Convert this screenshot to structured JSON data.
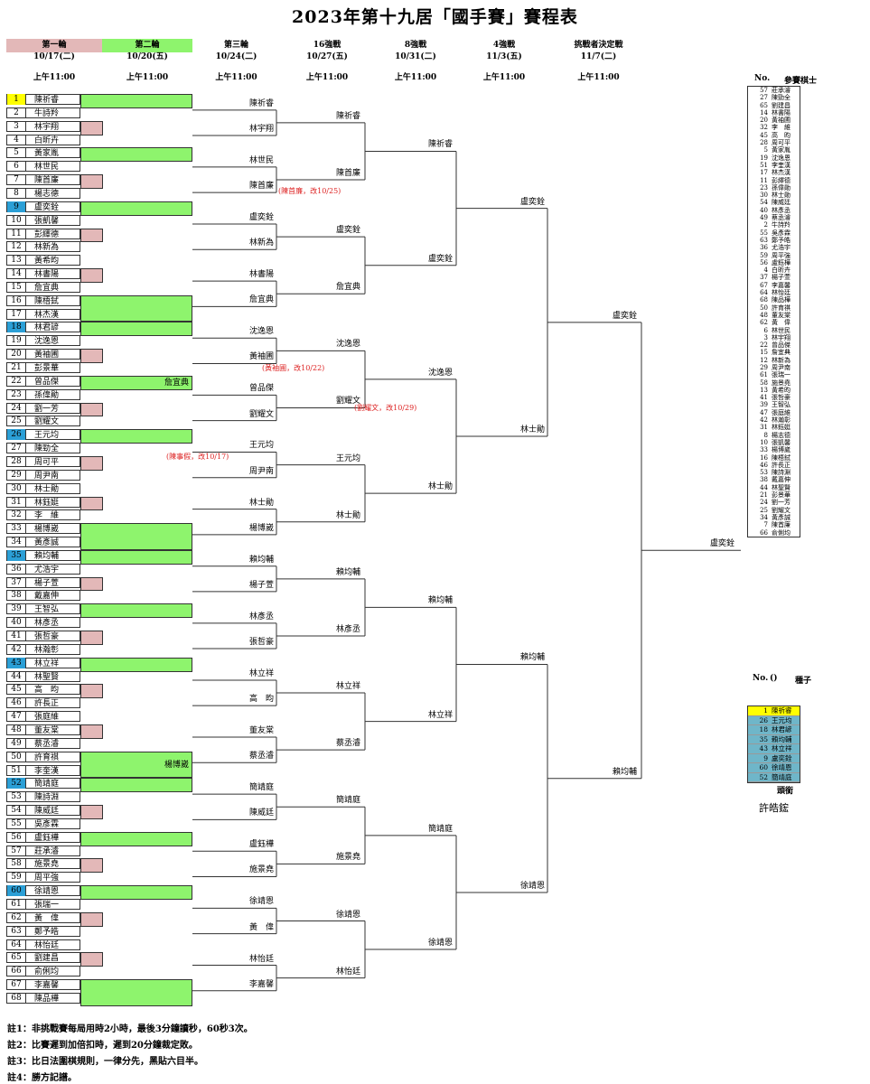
{
  "title": "2023年第十九居「國手賽」賽程表",
  "rounds": [
    {
      "name": "第一輪",
      "date": "10/17(二)",
      "time": "上午11:00",
      "bg": "#e3b8b8"
    },
    {
      "name": "第二輪",
      "date": "10/20(五)",
      "time": "上午11:00",
      "bg": "#8ef46d"
    },
    {
      "name": "第三輪",
      "date": "10/24(二)",
      "time": "上午11:00",
      "bg": ""
    },
    {
      "name": "16強戰",
      "date": "10/27(五)",
      "time": "上午11:00",
      "bg": ""
    },
    {
      "name": "8強戰",
      "date": "10/31(二)",
      "time": "上午11:00",
      "bg": ""
    },
    {
      "name": "4強戰",
      "date": "11/3(五)",
      "time": "上午11:00",
      "bg": ""
    },
    {
      "name": "挑戰者決定戰",
      "date": "11/7(二)",
      "time": "上午11:00",
      "bg": ""
    }
  ],
  "seeds": [
    {
      "no": "1",
      "name": "陳祈睿",
      "color": "#ffff00"
    },
    {
      "no": "2",
      "name": "牛詩羚",
      "color": ""
    },
    {
      "no": "3",
      "name": "林宇翔",
      "color": ""
    },
    {
      "no": "4",
      "name": "白昕卉",
      "color": ""
    },
    {
      "no": "5",
      "name": "黃家胤",
      "color": ""
    },
    {
      "no": "6",
      "name": "林世民",
      "color": ""
    },
    {
      "no": "7",
      "name": "陳首廉",
      "color": ""
    },
    {
      "no": "8",
      "name": "楊志德",
      "color": ""
    },
    {
      "no": "9",
      "name": "盧奕銓",
      "color": "#2b9fd6"
    },
    {
      "no": "10",
      "name": "張凱馨",
      "color": ""
    },
    {
      "no": "11",
      "name": "彭繹德",
      "color": ""
    },
    {
      "no": "12",
      "name": "林新為",
      "color": ""
    },
    {
      "no": "13",
      "name": "黃希昀",
      "color": ""
    },
    {
      "no": "14",
      "name": "林書陽",
      "color": ""
    },
    {
      "no": "15",
      "name": "詹宜典",
      "color": ""
    },
    {
      "no": "16",
      "name": "陳梧鉽",
      "color": ""
    },
    {
      "no": "17",
      "name": "林杰漢",
      "color": ""
    },
    {
      "no": "18",
      "name": "林君諺",
      "color": "#2b9fd6"
    },
    {
      "no": "19",
      "name": "沈逸恩",
      "color": ""
    },
    {
      "no": "20",
      "name": "黃袖圃",
      "color": ""
    },
    {
      "no": "21",
      "name": "彭景華",
      "color": ""
    },
    {
      "no": "22",
      "name": "曾品傑",
      "color": ""
    },
    {
      "no": "23",
      "name": "孫偉勛",
      "color": ""
    },
    {
      "no": "24",
      "name": "劉一芳",
      "color": ""
    },
    {
      "no": "25",
      "name": "劉耀文",
      "color": ""
    },
    {
      "no": "26",
      "name": "王元均",
      "color": "#2b9fd6"
    },
    {
      "no": "27",
      "name": "陳勁全",
      "color": ""
    },
    {
      "no": "28",
      "name": "周可平",
      "color": ""
    },
    {
      "no": "29",
      "name": "周尹南",
      "color": ""
    },
    {
      "no": "30",
      "name": "林士勛",
      "color": ""
    },
    {
      "no": "31",
      "name": "林鈺娗",
      "color": ""
    },
    {
      "no": "32",
      "name": "李　維",
      "color": ""
    },
    {
      "no": "33",
      "name": "楊博崴",
      "color": ""
    },
    {
      "no": "34",
      "name": "黃彥誠",
      "color": ""
    },
    {
      "no": "35",
      "name": "賴均輔",
      "color": "#2b9fd6"
    },
    {
      "no": "36",
      "name": "尤浩宇",
      "color": ""
    },
    {
      "no": "37",
      "name": "楊子萱",
      "color": ""
    },
    {
      "no": "38",
      "name": "戴嘉伸",
      "color": ""
    },
    {
      "no": "39",
      "name": "王智弘",
      "color": ""
    },
    {
      "no": "40",
      "name": "林彥丞",
      "color": ""
    },
    {
      "no": "41",
      "name": "張哲豪",
      "color": ""
    },
    {
      "no": "42",
      "name": "林瀚彰",
      "color": ""
    },
    {
      "no": "43",
      "name": "林立祥",
      "color": "#2b9fd6"
    },
    {
      "no": "44",
      "name": "林聖賢",
      "color": ""
    },
    {
      "no": "45",
      "name": "高　昀",
      "color": ""
    },
    {
      "no": "46",
      "name": "許長正",
      "color": ""
    },
    {
      "no": "47",
      "name": "張庭維",
      "color": ""
    },
    {
      "no": "48",
      "name": "董友棠",
      "color": ""
    },
    {
      "no": "49",
      "name": "蔡丞濬",
      "color": ""
    },
    {
      "no": "50",
      "name": "許育祺",
      "color": ""
    },
    {
      "no": "51",
      "name": "李奎漢",
      "color": ""
    },
    {
      "no": "52",
      "name": "簡靖庭",
      "color": "#2b9fd6"
    },
    {
      "no": "53",
      "name": "陳詩淵",
      "color": ""
    },
    {
      "no": "54",
      "name": "陳威廷",
      "color": ""
    },
    {
      "no": "55",
      "name": "吳彥霖",
      "color": ""
    },
    {
      "no": "56",
      "name": "盧鈺樺",
      "color": ""
    },
    {
      "no": "57",
      "name": "莊承濬",
      "color": ""
    },
    {
      "no": "58",
      "name": "施景堯",
      "color": ""
    },
    {
      "no": "59",
      "name": "周平強",
      "color": ""
    },
    {
      "no": "60",
      "name": "徐靖恩",
      "color": "#2b9fd6"
    },
    {
      "no": "61",
      "name": "張瑞一",
      "color": ""
    },
    {
      "no": "62",
      "name": "黃　偉",
      "color": ""
    },
    {
      "no": "63",
      "name": "鄭予皓",
      "color": ""
    },
    {
      "no": "64",
      "name": "林怡廷",
      "color": ""
    },
    {
      "no": "65",
      "name": "劉建昌",
      "color": ""
    },
    {
      "no": "66",
      "name": "俞俐均",
      "color": ""
    },
    {
      "no": "67",
      "name": "李嘉馨",
      "color": ""
    },
    {
      "no": "68",
      "name": "陳品樺",
      "color": ""
    }
  ],
  "r2_names": {
    "5": "詹宜典",
    "11": "楊博崴",
    "19": "蔡丞濬",
    "25": "李嘉馨"
  },
  "r3": [
    "陳祈睿",
    "林宇翔",
    "林世民",
    "陳首廉",
    "盧奕銓",
    "林新為",
    "林書陽",
    "詹宜典",
    "沈逸恩",
    "黃袖圃",
    "曾品傑",
    "劉耀文",
    "王元均",
    "周尹南",
    "林士勛",
    "楊博崴",
    "賴均輔",
    "楊子萱",
    "林彥丞",
    "張哲豪",
    "林立祥",
    "高　昀",
    "董友棠",
    "蔡丞濬",
    "簡靖庭",
    "陳威廷",
    "盧鈺樺",
    "施景堯",
    "徐靖恩",
    "黃　偉",
    "林怡廷",
    "李嘉馨"
  ],
  "r16": [
    "陳祈睿",
    "陳首廉",
    "盧奕銓",
    "詹宜典",
    "沈逸恩",
    "劉耀文",
    "王元均",
    "林士勛",
    "賴均輔",
    "林彥丞",
    "林立祥",
    "蔡丞濬",
    "簡靖庭",
    "施景堯",
    "徐靖恩",
    "林怡廷"
  ],
  "r8": [
    "陳祈睿",
    "盧奕銓",
    "沈逸恩",
    "林士勛",
    "賴均輔",
    "林立祥",
    "簡靖庭",
    "徐靖恩"
  ],
  "r4": [
    "盧奕銓",
    "林士勛",
    "賴均輔",
    "徐靖恩"
  ],
  "final": [
    "盧奕銓",
    "賴均輔"
  ],
  "champion": "盧奕銓",
  "notes": [
    {
      "text": "(陳首廉，改10/25)"
    },
    {
      "text": "(黃袖圃，改10/22)"
    },
    {
      "text": "(劉耀文，改10/29)"
    },
    {
      "text": "(陳事假，改10/17)"
    }
  ],
  "players_head": {
    "no": "No.",
    "name": "參賽棋士"
  },
  "players": [
    [
      "57",
      "莊承濬"
    ],
    [
      "27",
      "陳勁全"
    ],
    [
      "65",
      "劉建昌"
    ],
    [
      "14",
      "林書陽"
    ],
    [
      "20",
      "黃袖圃"
    ],
    [
      "32",
      "李　維"
    ],
    [
      "45",
      "高　昀"
    ],
    [
      "28",
      "周可平"
    ],
    [
      "5",
      "黃家胤"
    ],
    [
      "19",
      "沈逸恩"
    ],
    [
      "51",
      "李奎漢"
    ],
    [
      "17",
      "林杰漢"
    ],
    [
      "11",
      "彭繹德"
    ],
    [
      "23",
      "孫偉勛"
    ],
    [
      "30",
      "林士勛"
    ],
    [
      "54",
      "陳威廷"
    ],
    [
      "40",
      "林彥丞"
    ],
    [
      "49",
      "蔡丞濬"
    ],
    [
      "2",
      "牛詩羚"
    ],
    [
      "55",
      "吳彥霖"
    ],
    [
      "63",
      "鄭予皓"
    ],
    [
      "36",
      "尤浩宇"
    ],
    [
      "59",
      "周平強"
    ],
    [
      "56",
      "盧鈺樺"
    ],
    [
      "4",
      "白昕卉"
    ],
    [
      "37",
      "楊子萱"
    ],
    [
      "67",
      "李嘉馨"
    ],
    [
      "64",
      "林怡廷"
    ],
    [
      "68",
      "陳品樺"
    ],
    [
      "50",
      "許育祺"
    ],
    [
      "48",
      "董友棠"
    ],
    [
      "62",
      "黃　偉"
    ],
    [
      "6",
      "林世民"
    ],
    [
      "3",
      "林宇翔"
    ],
    [
      "22",
      "曾品傑"
    ],
    [
      "15",
      "詹宜典"
    ],
    [
      "12",
      "林新為"
    ],
    [
      "29",
      "周尹南"
    ],
    [
      "61",
      "張瑞一"
    ],
    [
      "58",
      "施景堯"
    ],
    [
      "13",
      "黃希昀"
    ],
    [
      "41",
      "張哲豪"
    ],
    [
      "39",
      "王智弘"
    ],
    [
      "47",
      "張庭維"
    ],
    [
      "42",
      "林瀚彰"
    ],
    [
      "31",
      "林鈺娗"
    ],
    [
      "8",
      "楊志德"
    ],
    [
      "10",
      "張凱馨"
    ],
    [
      "33",
      "楊博崴"
    ],
    [
      "16",
      "陳梧鉽"
    ],
    [
      "46",
      "許長正"
    ],
    [
      "53",
      "陳詩淵"
    ],
    [
      "38",
      "戴嘉伸"
    ],
    [
      "44",
      "林聖賢"
    ],
    [
      "21",
      "彭景華"
    ],
    [
      "24",
      "劉一芳"
    ],
    [
      "25",
      "劉耀文"
    ],
    [
      "34",
      "黃彥誠"
    ],
    [
      "7",
      "陳首廉"
    ],
    [
      "66",
      "俞俐均"
    ]
  ],
  "seedlist_head": {
    "no": "No. ()",
    "name": "種子"
  },
  "seedlist": [
    {
      "no": "1",
      "name": "陳祈睿",
      "color": "#ffff00"
    },
    {
      "no": "26",
      "name": "王元均",
      "color": "#6fb6c9"
    },
    {
      "no": "18",
      "name": "林君諺",
      "color": "#6fb6c9"
    },
    {
      "no": "35",
      "name": "賴均輔",
      "color": "#6fb6c9"
    },
    {
      "no": "43",
      "name": "林立祥",
      "color": "#6fb6c9"
    },
    {
      "no": "9",
      "name": "盧奕銓",
      "color": "#6fb6c9"
    },
    {
      "no": "60",
      "name": "徐靖恩",
      "color": "#6fb6c9"
    },
    {
      "no": "52",
      "name": "簡靖庭",
      "color": "#6fb6c9"
    }
  ],
  "referee": {
    "label": "頭銜",
    "name": "許皓鋐"
  },
  "footnotes": [
    "註1：非挑戰賽每局用時2小時，最後3分鐘讀秒，60秒3次。",
    "註2：比賽遲到加倍扣時，遲到20分鐘裁定敗。",
    "註3：比日法圍棋規則，一律分先，黑貼六目半。",
    "註4：勝方記譜。"
  ]
}
